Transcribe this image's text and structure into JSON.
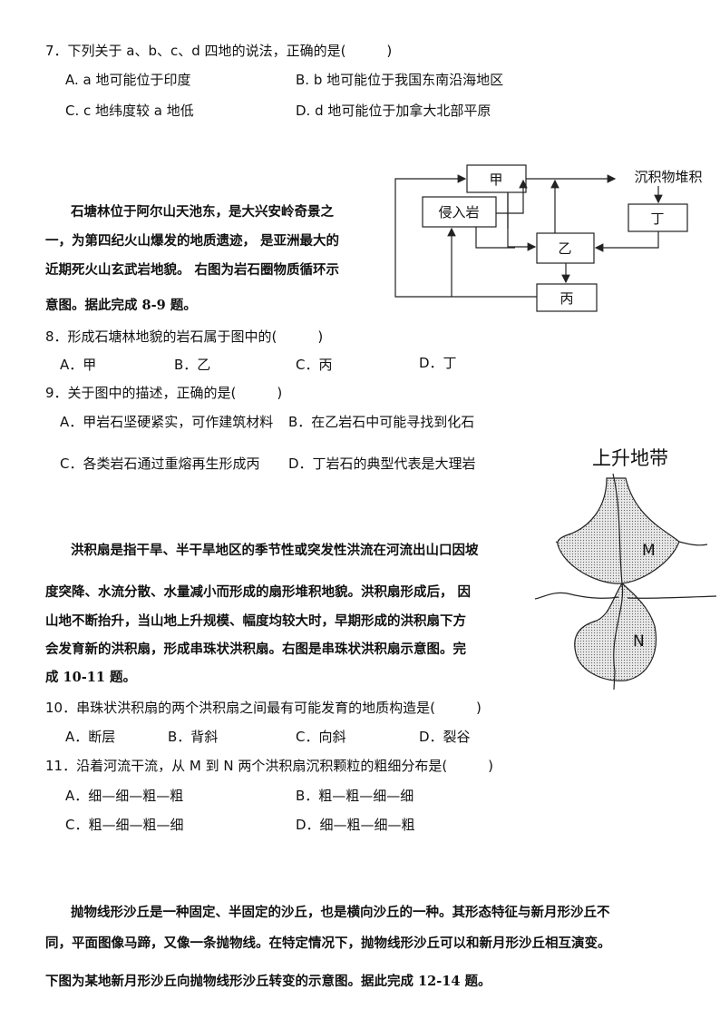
{
  "q7": {
    "stem": "7．下列关于 a、b、c、d 四地的说法，正确的是(　　　)",
    "a": "A. a 地可能位于印度",
    "b": "B. b 地可能位于我国东南沿海地区",
    "c": "C. c 地纬度较 a 地低",
    "d": "D. d 地可能位于加拿大北部平原"
  },
  "passage1": [
    "石塘林位于阿尔山天池东，是大兴安岭奇景之",
    "一，为第四纪火山爆发的地质遗迹， 是亚洲最大的",
    "近期死火山玄武岩地貌。 右图为岩石圈物质循环示",
    "意图。据此完成 8-9 题。"
  ],
  "diagram1": {
    "jia": "甲",
    "yi": "乙",
    "bing": "丙",
    "ding": "丁",
    "qinru": "侵入岩",
    "chenji": "沉积物堆积"
  },
  "q8": {
    "stem": "8．形成石塘林地貌的岩石属于图中的(　　　)",
    "a": "A．甲",
    "b": "B．乙",
    "c": "C．丙",
    "d": "D．丁"
  },
  "q9": {
    "stem": "9．关于图中的描述，正确的是(　　　)",
    "a": "A．甲岩石坚硬紧实，可作建筑材料",
    "b": "B．在乙岩石中可能寻找到化石",
    "c": "C．各类岩石通过重熔再生形成丙",
    "d": "D．丁岩石的典型代表是大理岩"
  },
  "diagram2": {
    "title": "上升地带",
    "m": "M",
    "n": "N"
  },
  "passage2": [
    "洪积扇是指干旱、半干旱地区的季节性或突发性洪流在河流出山口因坡",
    "度突降、水流分散、水量减小而形成的扇形堆积地貌。洪积扇形成后，  因",
    "山地不断抬升，当山地上升规模、幅度均较大时，早期形成的洪积扇下方",
    "会发育新的洪积扇，形成串珠状洪积扇。右图是串珠状洪积扇示意图。完",
    "成 10-11 题。"
  ],
  "q10": {
    "stem": "10．串珠状洪积扇的两个洪积扇之间最有可能发育的地质构造是(　　　)",
    "a": "A．断层",
    "b": "B．背斜",
    "c": "C．向斜",
    "d": "D．裂谷"
  },
  "q11": {
    "stem": "11．沿着河流干流，从 M 到 N 两个洪积扇沉积颗粒的粗细分布是(　　　)",
    "a": "A．细—细—粗—粗",
    "b": "B．粗—粗—细—细",
    "c": "C．粗—细—粗—细",
    "d": "D．细—粗—细—粗"
  },
  "passage3": [
    "抛物线形沙丘是一种固定、半固定的沙丘，也是横向沙丘的一种。其形态特征与新月形沙丘不",
    "同，平面图像马蹄，又像一条抛物线。在特定情况下，抛物线形沙丘可以和新月形沙丘相互演变。",
    "下图为某地新月形沙丘向抛物线形沙丘转变的示意图。据此完成 12-14 题。"
  ]
}
